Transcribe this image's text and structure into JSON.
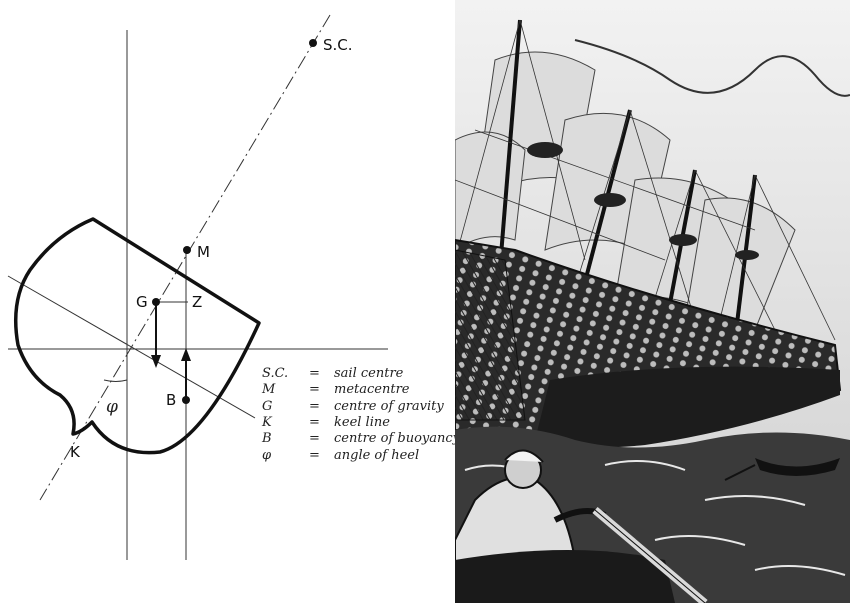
{
  "diagram": {
    "labels": {
      "sc": "S.C.",
      "m": "M",
      "g": "G",
      "z": "Z",
      "b": "B",
      "k": "K",
      "phi": "φ"
    },
    "legend": [
      {
        "symbol": "S.C.",
        "eq": "=",
        "desc": "sail centre"
      },
      {
        "symbol": "M",
        "eq": "=",
        "desc": "metacentre"
      },
      {
        "symbol": "G",
        "eq": "=",
        "desc": "centre of gravity"
      },
      {
        "symbol": "K",
        "eq": "=",
        "desc": "keel line"
      },
      {
        "symbol": "B",
        "eq": "=",
        "desc": "centre of buoyancy"
      },
      {
        "symbol": "φ",
        "eq": "=",
        "desc": "angle of heel"
      }
    ]
  },
  "illustration": {
    "subject": "heeling-warship-engraving",
    "palette": {
      "sky": "#e6e6e6",
      "sea": "#3a3a3a",
      "ink": "#141414"
    }
  }
}
